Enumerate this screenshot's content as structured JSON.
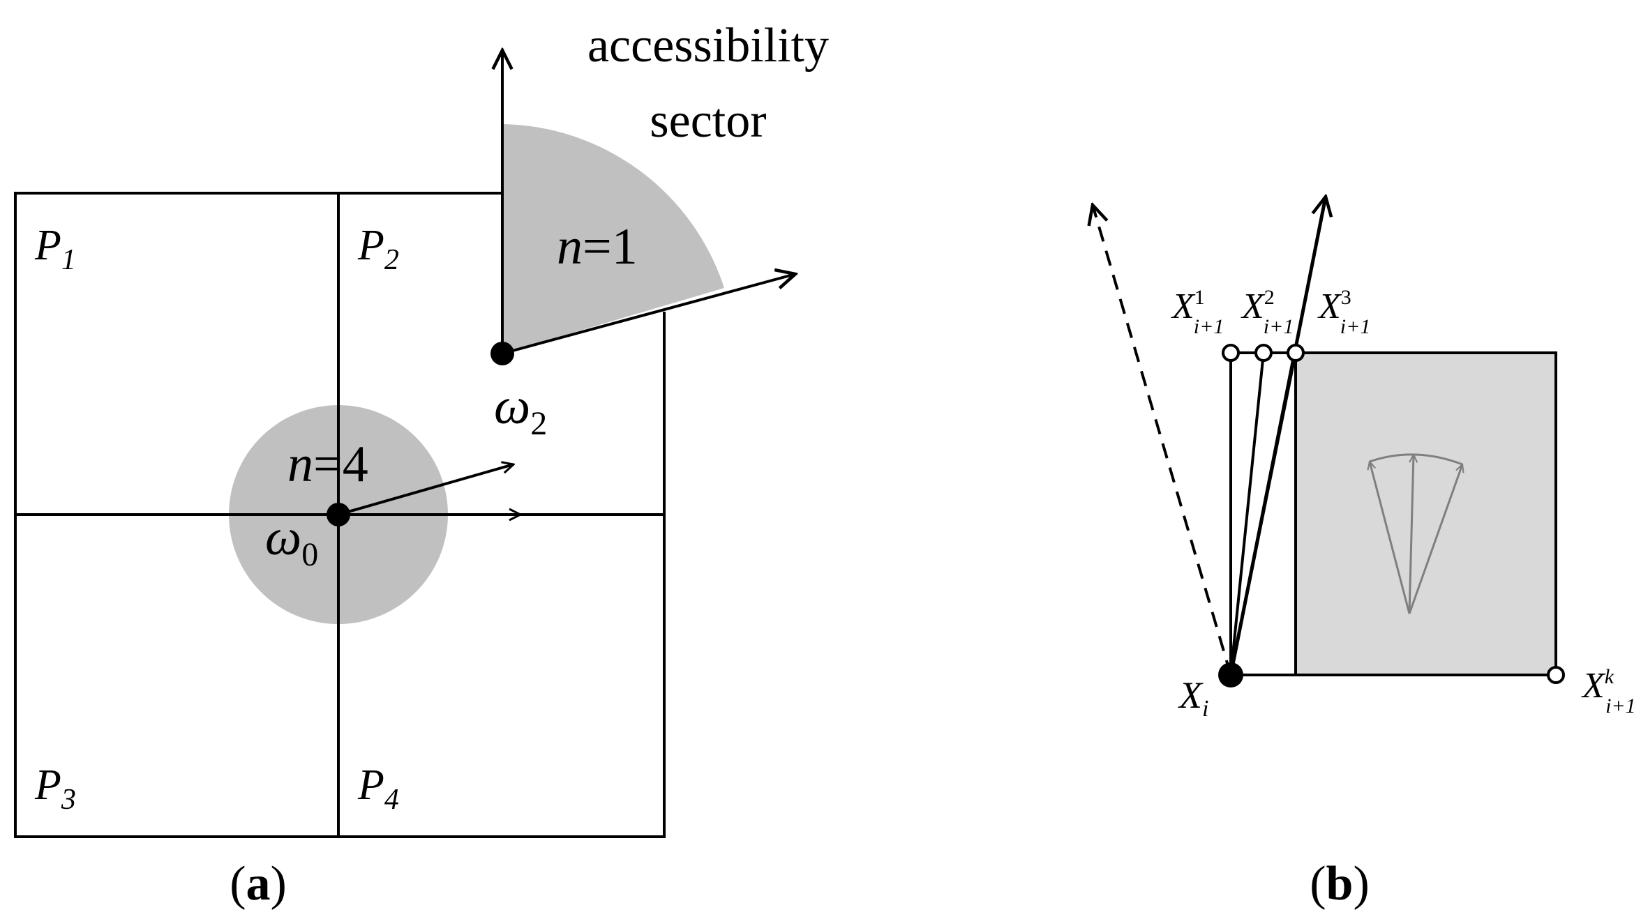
{
  "panel_a": {
    "accessibility_line1": "accessibility",
    "accessibility_line2": "sector",
    "cell_labels": [
      {
        "base": "P",
        "sub": "1"
      },
      {
        "base": "P",
        "sub": "2"
      },
      {
        "base": "P",
        "sub": "3"
      },
      {
        "base": "P",
        "sub": "4"
      }
    ],
    "sector_n": {
      "var": "n",
      "rest": "=1"
    },
    "circle_n": {
      "var": "n",
      "rest": "=4"
    },
    "omega_2": {
      "base": "ω",
      "sub": "2"
    },
    "omega_0": {
      "base": "ω",
      "sub": "0"
    },
    "caption": {
      "open": "(",
      "letter": "a",
      "close": ")"
    }
  },
  "panel_b": {
    "x1": {
      "base": "X",
      "sup": "1",
      "sub": "i+1"
    },
    "x2": {
      "base": "X",
      "sup": "2",
      "sub": "i+1"
    },
    "x3": {
      "base": "X",
      "sup": "3",
      "sub": "i+1"
    },
    "xk": {
      "base": "X",
      "sup": "k",
      "sub": "i+1"
    },
    "xi": {
      "base": "X",
      "sub": "i"
    },
    "caption": {
      "open": "(",
      "letter": "b",
      "close": ")"
    }
  },
  "colors": {
    "region_fill": "#c0c0c0",
    "square_fill": "#d9d9d9",
    "inner_arrows": "#7f7f7f",
    "line": "#000000"
  }
}
